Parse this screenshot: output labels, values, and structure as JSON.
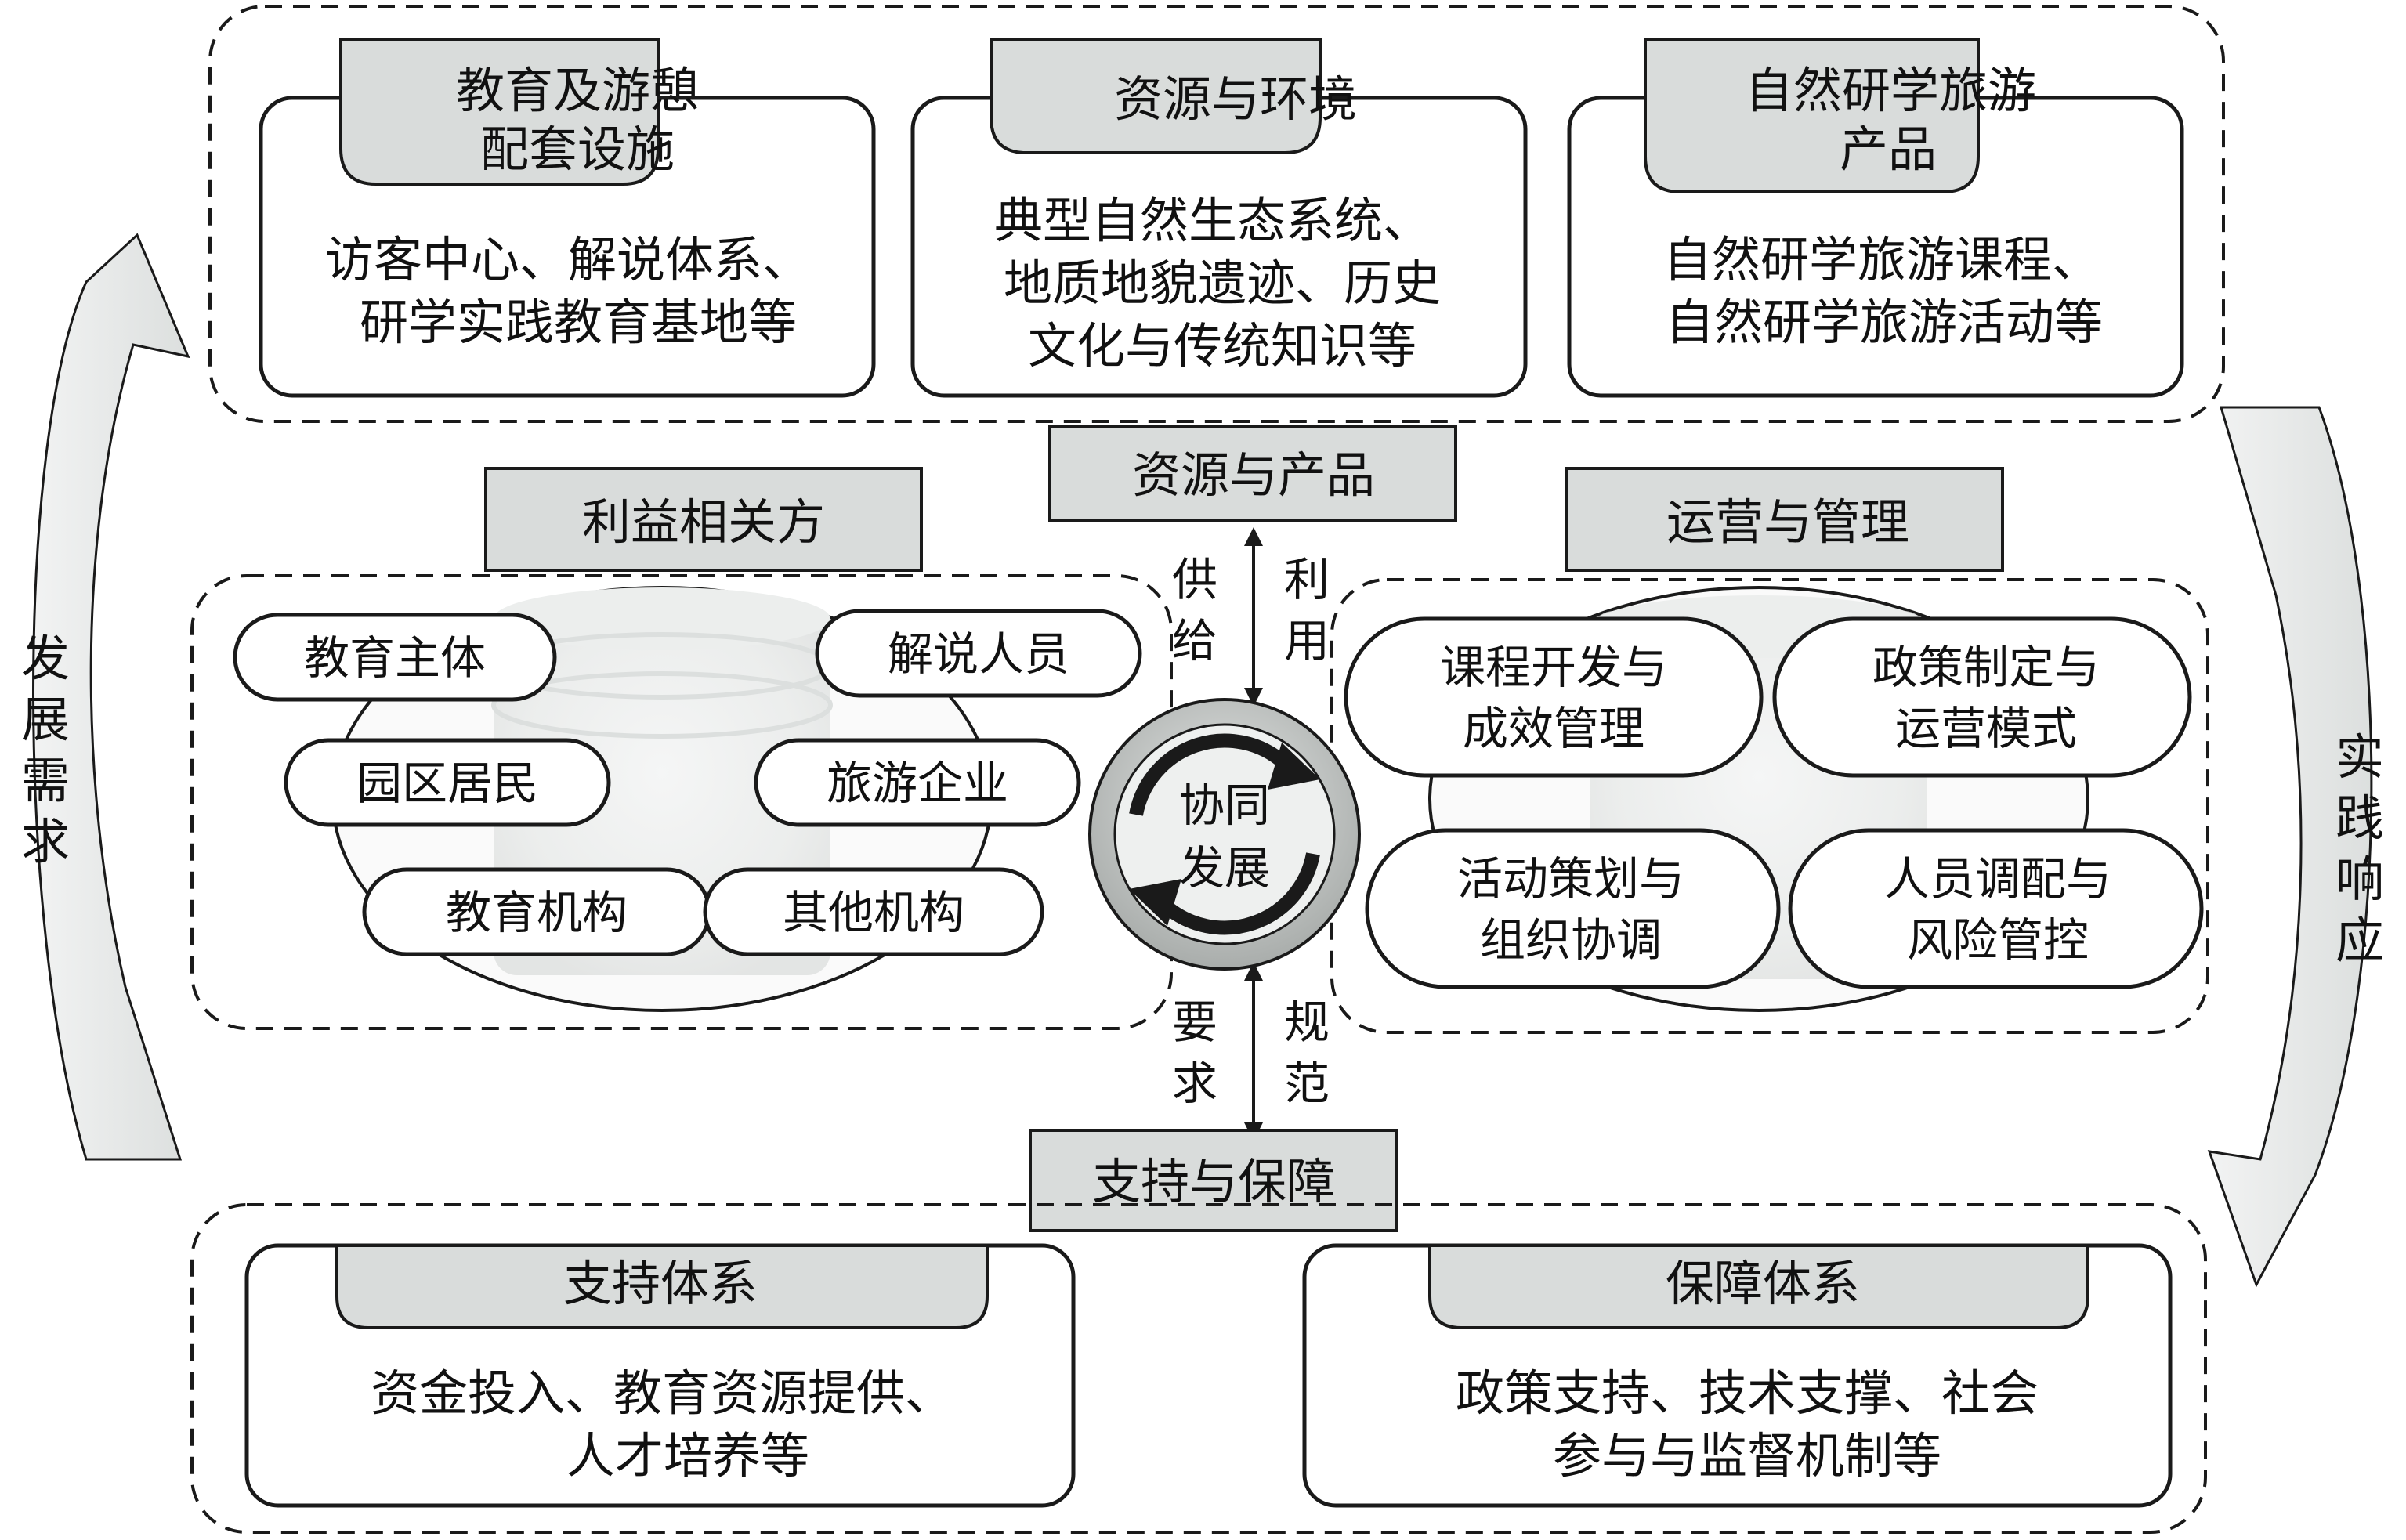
{
  "top": {
    "title": "资源与产品",
    "boxes": [
      {
        "title": [
          "教育及游憩",
          "配套设施"
        ],
        "body": [
          "访客中心、解说体系、",
          "研学实践教育基地等"
        ]
      },
      {
        "title": [
          "资源与环境"
        ],
        "body": [
          "典型自然生态系统、",
          "地质地貌遗迹、历史",
          "文化与传统知识等"
        ]
      },
      {
        "title": [
          "自然研学旅游",
          "产品"
        ],
        "body": [
          "自然研学旅游课程、",
          "自然研学旅游活动等"
        ]
      }
    ]
  },
  "left": {
    "title": "利益相关方",
    "items": [
      "教育主体",
      "解说人员",
      "园区居民",
      "旅游企业",
      "教育机构",
      "其他机构"
    ]
  },
  "right": {
    "title": "运营与管理",
    "items": [
      [
        "课程开发与",
        "成效管理"
      ],
      [
        "政策制定与",
        "运营模式"
      ],
      [
        "活动策划与",
        "组织协调"
      ],
      [
        "人员调配与",
        "风险管控"
      ]
    ]
  },
  "center": {
    "label": [
      "协同",
      "发展"
    ],
    "up_left": [
      "供",
      "给"
    ],
    "up_right": [
      "利",
      "用"
    ],
    "down_left": [
      "要",
      "求"
    ],
    "down_right": [
      "规",
      "范"
    ]
  },
  "bottom": {
    "title": "支持与保障",
    "boxes": [
      {
        "title": "支持体系",
        "body": [
          "资金投入、教育资源提供、",
          "人才培养等"
        ]
      },
      {
        "title": "保障体系",
        "body": [
          "政策支持、技术支撑、社会",
          "参与与监督机制等"
        ]
      }
    ]
  },
  "side_arrows": {
    "left": [
      "发",
      "展",
      "需",
      "求"
    ],
    "right": [
      "实",
      "践",
      "响",
      "应"
    ]
  },
  "colors": {
    "tab_fill": "#d9dcdb",
    "arrow_fill": "#e6e8e7",
    "line": "#1a1a1a",
    "ring_fill": "#c8cbca"
  }
}
